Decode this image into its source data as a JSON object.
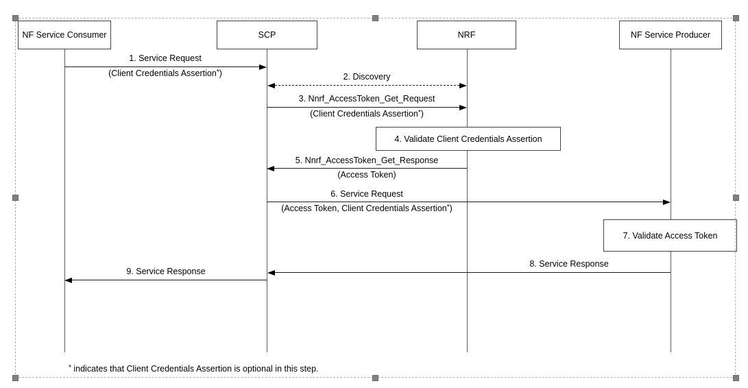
{
  "diagram": {
    "type": "sequence-diagram",
    "participants": [
      {
        "label": "NF Service Consumer"
      },
      {
        "label": "SCP"
      },
      {
        "label": "NRF"
      },
      {
        "label": "NF Service Producer"
      }
    ],
    "messages": [
      {
        "label": "1. Service Request",
        "detail_pre": "(Client Credentials Assertion",
        "detail_sup": "*",
        "detail_post": ")",
        "from": "NF Service Consumer",
        "to": "SCP",
        "line": "solid",
        "arrows": "to"
      },
      {
        "label": "2. Discovery",
        "from": "SCP",
        "to": "NRF",
        "line": "dashed",
        "arrows": "both"
      },
      {
        "label": "3. Nnrf_AccessToken_Get_Request",
        "detail_pre": "(Client Credentials Assertion",
        "detail_sup": "*",
        "detail_post": ")",
        "from": "SCP",
        "to": "NRF",
        "line": "solid",
        "arrows": "to"
      },
      {
        "label": "4. Validate Client Credentials Assertion",
        "type": "action",
        "on": "NRF"
      },
      {
        "label": "5. Nnrf_AccessToken_Get_Response",
        "detail_pre": "(Access Token)",
        "from": "NRF",
        "to": "SCP",
        "line": "solid",
        "arrows": "to"
      },
      {
        "label": "6. Service Request",
        "detail_pre": "(Access Token, Client Credentials Assertion",
        "detail_sup": "*",
        "detail_post": ")",
        "from": "SCP",
        "to": "NF Service Producer",
        "line": "solid",
        "arrows": "to"
      },
      {
        "label": "7. Validate Access Token",
        "type": "action",
        "on": "NF Service Producer"
      },
      {
        "label": "8. Service Response",
        "from": "NF Service Producer",
        "to": "SCP",
        "line": "solid",
        "arrows": "to"
      },
      {
        "label": "9. Service Response",
        "from": "SCP",
        "to": "NF Service Consumer",
        "line": "solid",
        "arrows": "to"
      }
    ],
    "footnote": {
      "sup": "*",
      "text": " indicates that Client Credentials Assertion is optional in this step."
    },
    "colors": {
      "stroke": "#424242",
      "line": "#000000",
      "selection": "#b0b0b0",
      "handle": "#808080",
      "background": "#ffffff"
    }
  }
}
